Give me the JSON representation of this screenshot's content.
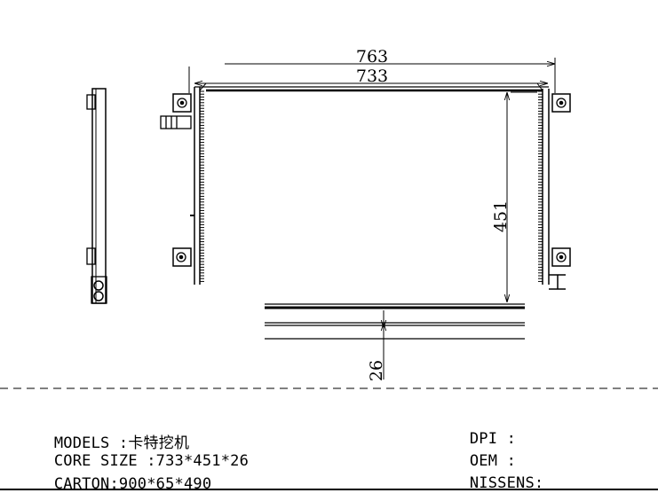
{
  "dimensions": {
    "overall_width": "763",
    "core_width": "733",
    "core_height": "451",
    "core_thickness": "26"
  },
  "specs": {
    "models_label": "MODELS :",
    "models_value": "卡特挖机",
    "core_size_label": "CORE SIZE :",
    "core_size_value": "733*451*26",
    "carton_label": "CARTON:",
    "carton_value": "900*65*490",
    "dpi_label": "DPI :",
    "oem_label": "OEM :",
    "nissens_label": "NISSENS:"
  }
}
